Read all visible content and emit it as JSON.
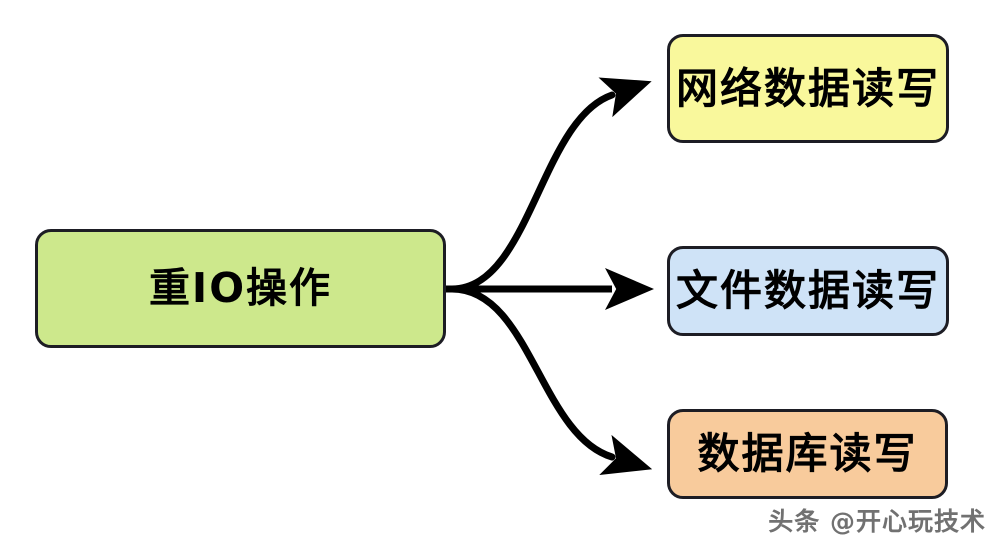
{
  "diagram": {
    "type": "tree-branch-diagram",
    "background_color": "#FFFFFF",
    "root": {
      "id": "root",
      "label": "重IO操作",
      "fill_color": "#CDE88C",
      "border_color": "#1D1D24"
    },
    "branches": [
      {
        "id": "network",
        "label": "网络数据读写",
        "fill_color": "#F9F89C",
        "border_color": "#1D1D24",
        "connector": "curved-arrow-up"
      },
      {
        "id": "file",
        "label": "文件数据读写",
        "fill_color": "#CFE3F7",
        "border_color": "#1D1D24",
        "connector": "straight-arrow"
      },
      {
        "id": "database",
        "label": "数据库读写",
        "fill_color": "#F8CB9C",
        "border_color": "#1D1D24",
        "connector": "curved-arrow-down"
      }
    ],
    "connector_color": "#000000"
  },
  "watermark": {
    "text": "头条 @开心玩技术"
  }
}
